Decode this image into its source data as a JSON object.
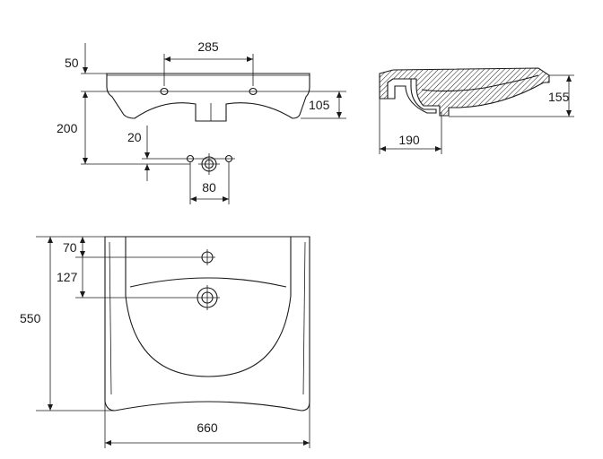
{
  "dimensions": {
    "front_hole_spacing": "285",
    "front_top_offset": "50",
    "front_depth": "105",
    "front_height": "200",
    "front_drain_offset": "20",
    "front_drain_spacing": "80",
    "side_depth": "190",
    "side_height": "155",
    "plan_tap_offset": "70",
    "plan_drain_offset": "127",
    "plan_length": "550",
    "plan_width": "660"
  },
  "colors": {
    "line": "#1a1a1a",
    "background": "#ffffff"
  }
}
